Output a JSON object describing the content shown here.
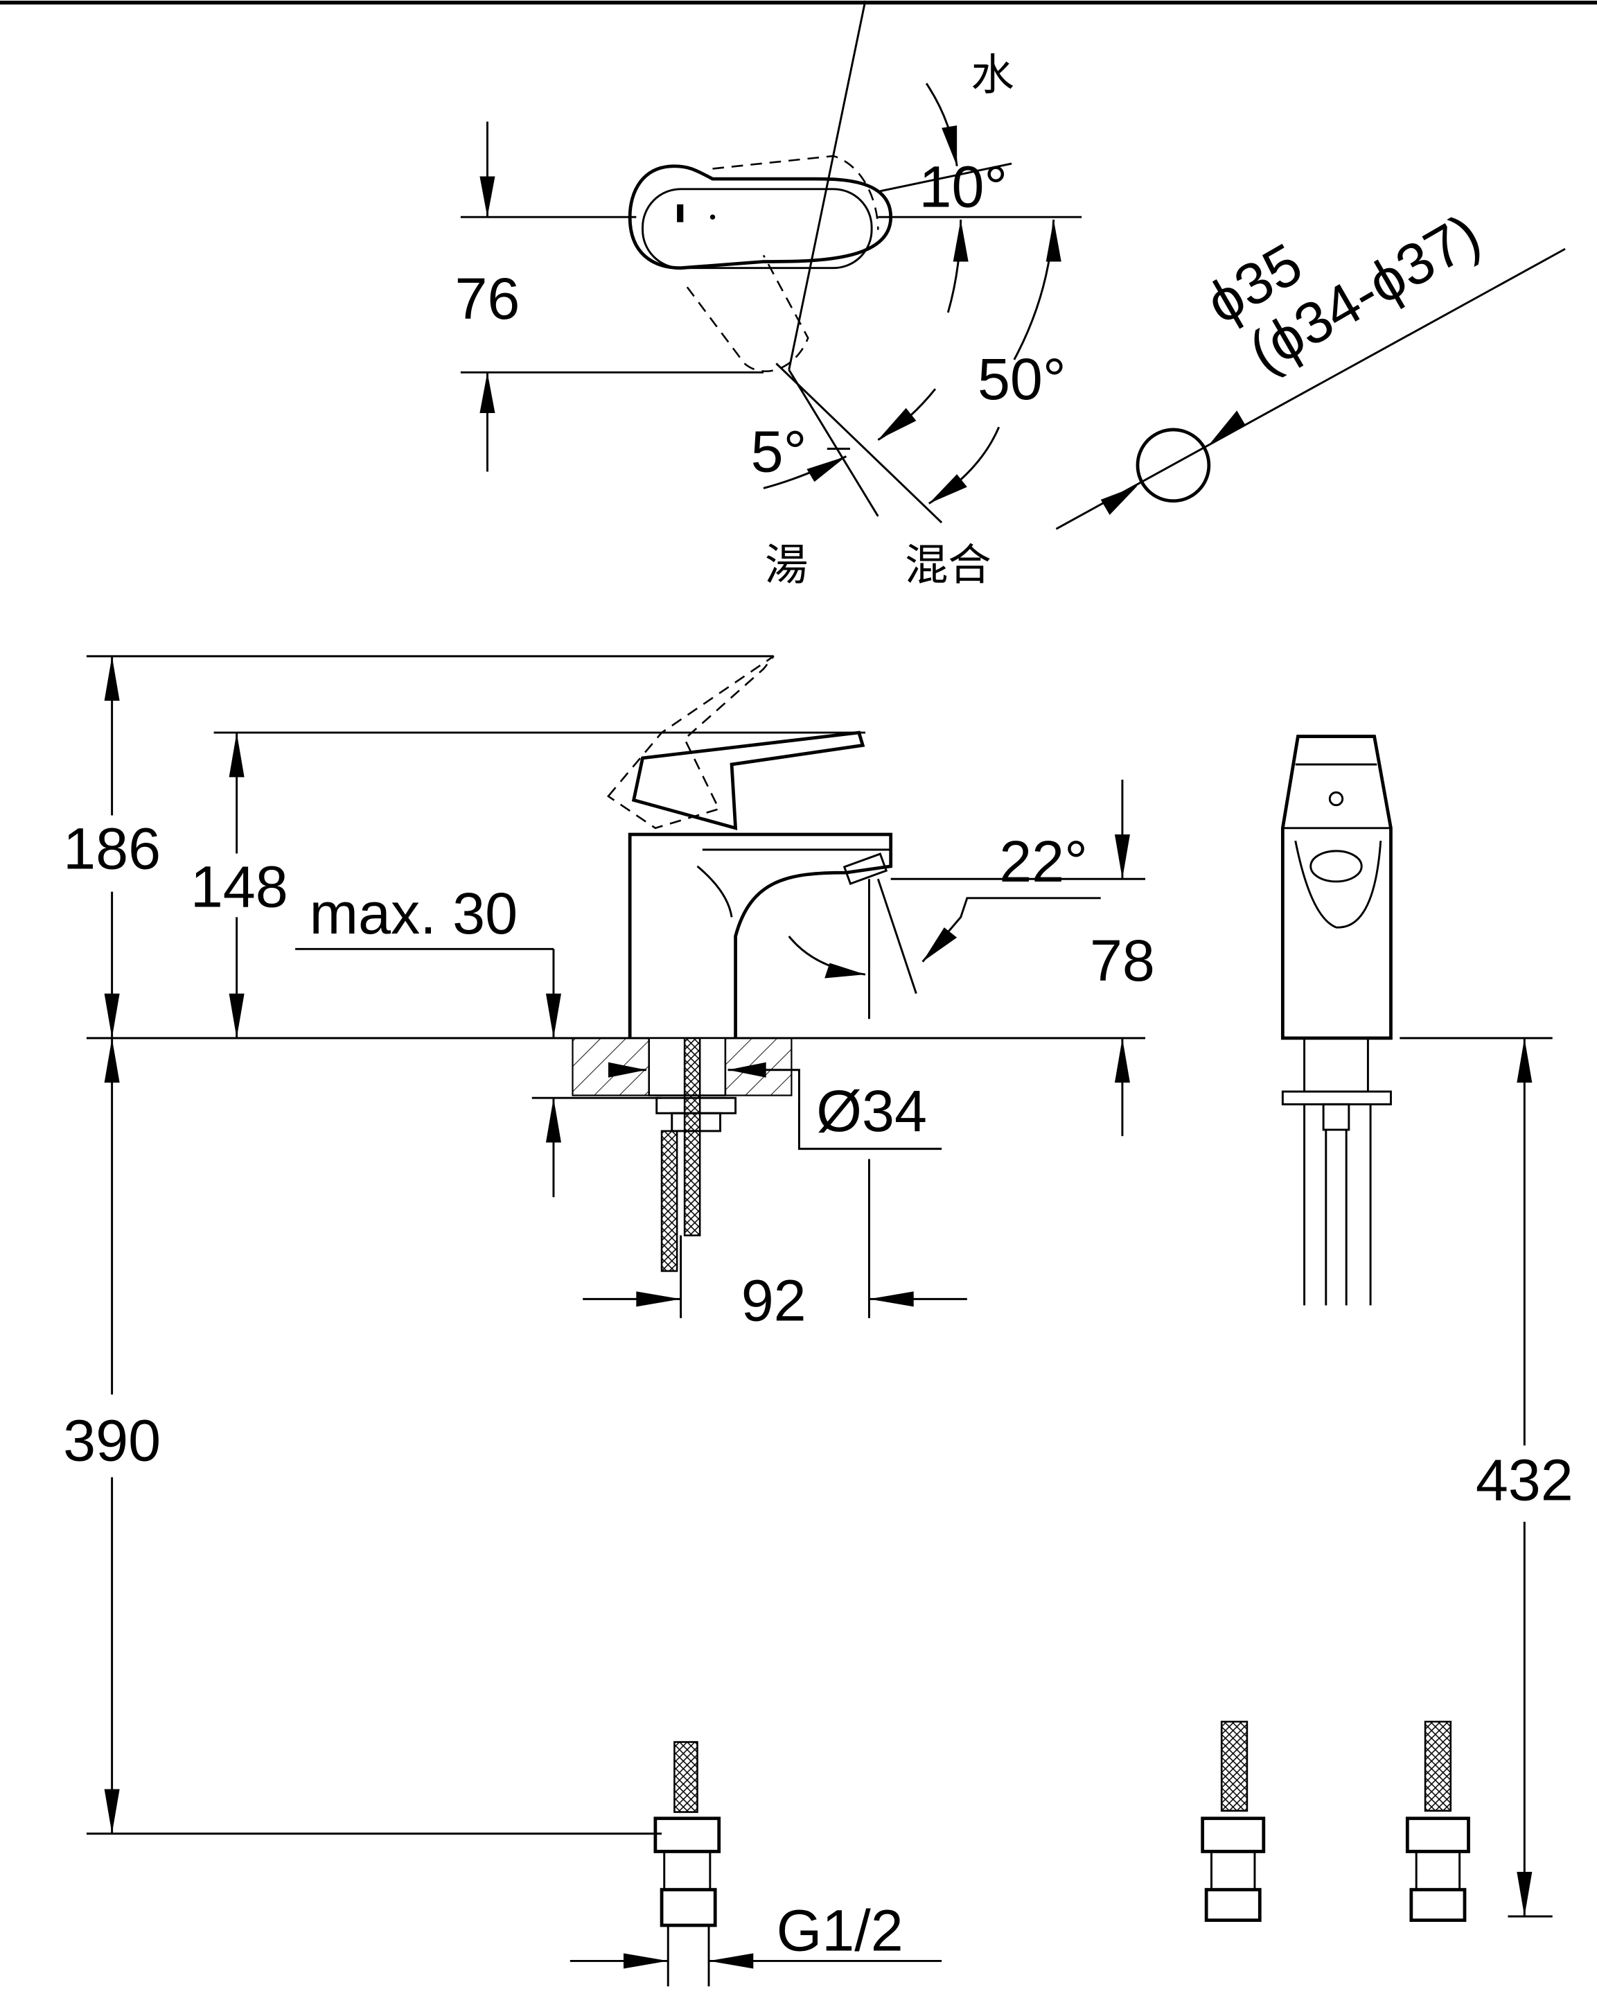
{
  "top_view": {
    "labels": {
      "cold": "水",
      "hot": "湯",
      "mix": "混合",
      "angle_cold": "10°",
      "angle_mix": "50°",
      "angle_hot": "5°",
      "depth": "76",
      "hole_diameter": "ϕ35",
      "hole_range": "(ϕ34-ϕ37)"
    }
  },
  "side_view": {
    "labels": {
      "height_total": "186",
      "height_spout": "148",
      "deck_thickness": "max. 30",
      "spout_angle": "22°",
      "spout_height": "78",
      "base_diameter": "Ø34",
      "reach": "92",
      "hose_length": "390",
      "thread": "G1/2"
    }
  },
  "front_view": {
    "labels": {
      "hose_length": "432"
    }
  }
}
